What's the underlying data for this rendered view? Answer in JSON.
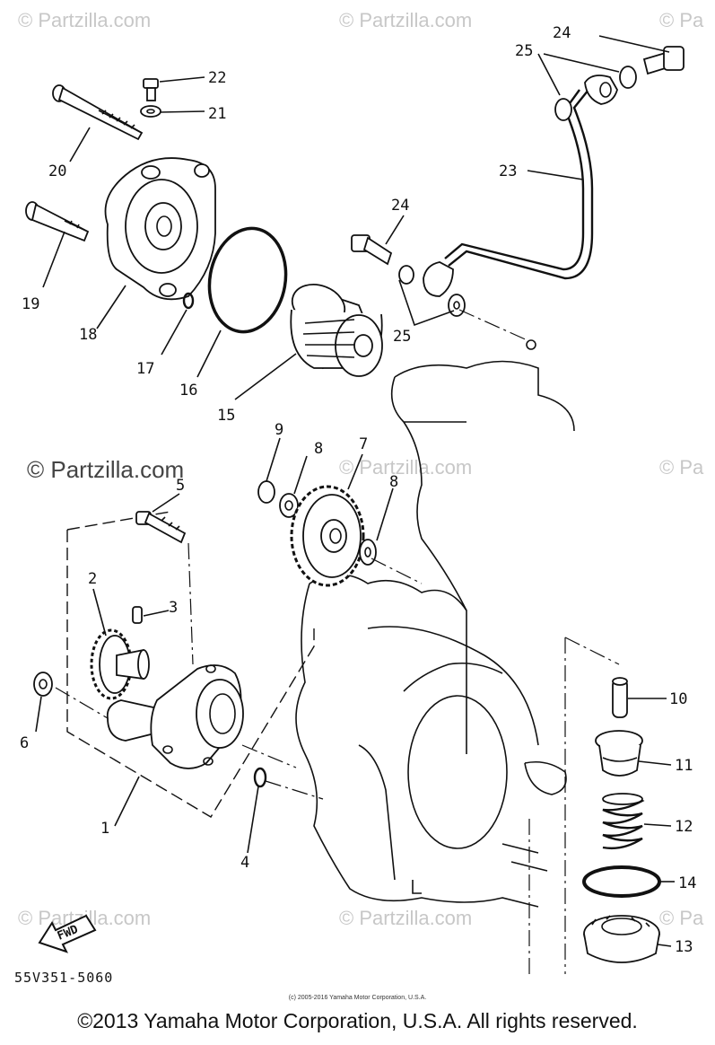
{
  "diagram": {
    "part_labels": [
      "1",
      "2",
      "3",
      "4",
      "5",
      "6",
      "7",
      "8",
      "8",
      "9",
      "10",
      "11",
      "12",
      "13",
      "14",
      "15",
      "16",
      "17",
      "18",
      "19",
      "20",
      "21",
      "22",
      "23",
      "24",
      "24",
      "25",
      "25"
    ],
    "diagram_code": "55V351-5060",
    "watermark": "© Partzilla.com",
    "watermark_short": "© Pa",
    "fwd_label": "FWD",
    "small_copyright": "(c) 2005-2016 Yamaha Motor Corporation, U.S.A.",
    "copyright": "©2013 Yamaha Motor Corporation, U.S.A. All rights reserved."
  }
}
